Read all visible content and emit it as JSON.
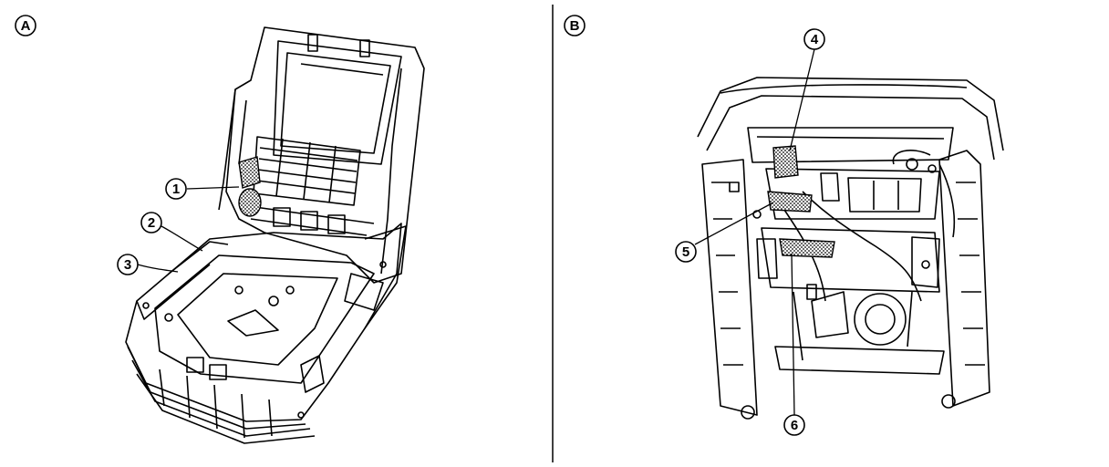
{
  "panels": [
    {
      "id": "A",
      "label": "A"
    },
    {
      "id": "B",
      "label": "B"
    }
  ],
  "callouts": [
    {
      "id": "c1",
      "label": "1",
      "panel": "A"
    },
    {
      "id": "c2",
      "label": "2",
      "panel": "A"
    },
    {
      "id": "c3",
      "label": "3",
      "panel": "A"
    },
    {
      "id": "c4",
      "label": "4",
      "panel": "B"
    },
    {
      "id": "c5",
      "label": "5",
      "panel": "B"
    },
    {
      "id": "c6",
      "label": "6",
      "panel": "B"
    }
  ],
  "colors": {
    "ink": "#000000",
    "background": "#ffffff",
    "hatch": "#555555"
  }
}
